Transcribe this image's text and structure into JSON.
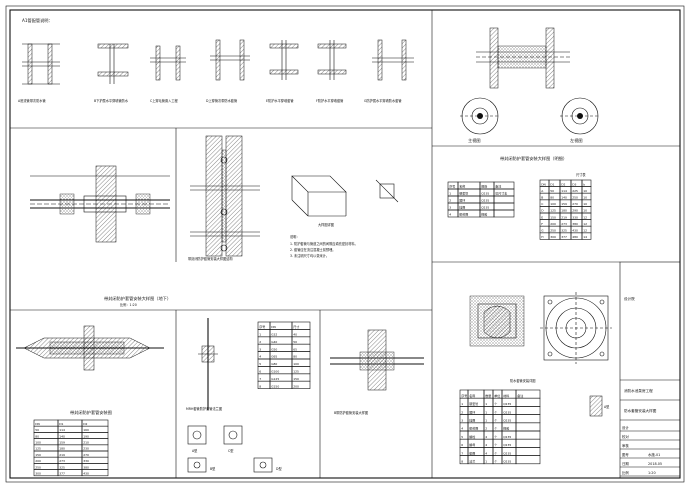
{
  "drawing": {
    "part_a": {
      "heading": "A1管配管说明：",
      "sub_views": [
        {
          "label": "A底流管带次防水管"
        },
        {
          "label": "B下护属水平穿墙管防水"
        },
        {
          "label": "C上穿毛管置入工程"
        },
        {
          "label": "D上穿管次带防水套管"
        },
        {
          "label": "E防护水平穿墙套管"
        },
        {
          "label": "F防护水平穿墙套管"
        },
        {
          "label": "G防护属水平穿墙防水套管"
        }
      ]
    },
    "front_view": {
      "title": "主视图"
    },
    "side_view": {
      "title": "左视图"
    },
    "sleeve_section": {
      "title": "带封闭防护套管安装大样图（地下）",
      "scale": "比例：1:20"
    },
    "detail_c": {
      "title": "大样图详图"
    },
    "pipe_table": {
      "title": "带封闭防护套管安装大样图（明细）",
      "headers": [
        "序号",
        "名称",
        "规格",
        "备注"
      ],
      "rows": [
        [
          "1",
          "钢套管",
          "Q235",
          "见尺寸表"
        ],
        [
          "2",
          "翼环",
          "Q235",
          ""
        ],
        [
          "3",
          "挡圈",
          "Q235",
          ""
        ],
        [
          "4",
          "密封圈",
          "橡胶",
          ""
        ]
      ]
    },
    "size_table": {
      "title": "尺寸表",
      "headers": [
        "DN",
        "D1",
        "D2",
        "D3",
        "b"
      ],
      "rows": [
        [
          "A",
          "50",
          "114",
          "225",
          "10"
        ],
        [
          "B",
          "80",
          "140",
          "250",
          "10"
        ],
        [
          "C",
          "100",
          "159",
          "270",
          "10"
        ],
        [
          "D",
          "125",
          "180",
          "290",
          "10"
        ],
        [
          "E",
          "150",
          "219",
          "330",
          "12"
        ],
        [
          "F",
          "200",
          "273",
          "380",
          "12"
        ],
        [
          "G",
          "250",
          "325",
          "430",
          "12"
        ],
        [
          "H",
          "300",
          "377",
          "480",
          "14"
        ]
      ]
    },
    "wall_section": {
      "title": "带封闭防护套管安装大样图结构"
    },
    "notes": {
      "title": "说明：",
      "lines": [
        "1. 防护套管与管道之间的间隙应填充密封材料。",
        "2. 套管应在浇注混凝土前预埋。",
        "3. 未注明尺寸均以毫米计。"
      ]
    },
    "bottom_left": {
      "title": "带封闭防护套管安装图",
      "table_headers": [
        "DN",
        "D1",
        "D2"
      ],
      "table_rows": [
        [
          "50",
          "114",
          "160"
        ],
        [
          "80",
          "140",
          "190"
        ],
        [
          "100",
          "159",
          "210"
        ],
        [
          "125",
          "180",
          "230"
        ],
        [
          "150",
          "219",
          "270"
        ],
        [
          "200",
          "273",
          "330"
        ],
        [
          "250",
          "325",
          "380"
        ],
        [
          "300",
          "377",
          "430"
        ]
      ]
    },
    "bottom_mid": {
      "title": "MRH套管防护套管法兰图",
      "table_headers": [
        "序号",
        "DN",
        "尺寸"
      ],
      "table_rows": [
        [
          "1",
          "G32",
          "40"
        ],
        [
          "2",
          "G40",
          "50"
        ],
        [
          "3",
          "G50",
          "65"
        ],
        [
          "4",
          "G65",
          "80"
        ],
        [
          "5",
          "G80",
          "100"
        ],
        [
          "6",
          "G100",
          "125"
        ],
        [
          "7",
          "G125",
          "150"
        ],
        [
          "8",
          "G150",
          "200"
        ]
      ],
      "labels": [
        "A型",
        "C型",
        "B型",
        "D型"
      ]
    },
    "bottom_right": {
      "title": "B带防护套管安装大样图",
      "sub_title": "防水套管安装详图",
      "table_headers": [
        "序号",
        "名称",
        "数量",
        "单位",
        "材料",
        "备注"
      ],
      "table_rows": [
        [
          "1",
          "钢套管",
          "1",
          "个",
          "Q235",
          ""
        ],
        [
          "2",
          "翼环",
          "1",
          "个",
          "Q235",
          ""
        ],
        [
          "3",
          "挡圈",
          "1",
          "个",
          "Q235",
          ""
        ],
        [
          "4",
          "密封圈",
          "2",
          "个",
          "橡胶",
          ""
        ],
        [
          "5",
          "螺栓",
          "4",
          "个",
          "Q235",
          ""
        ],
        [
          "6",
          "螺母",
          "4",
          "个",
          "Q235",
          ""
        ],
        [
          "7",
          "垫圈",
          "4",
          "个",
          "Q235",
          ""
        ],
        [
          "8",
          "法兰",
          "1",
          "个",
          "Q235",
          ""
        ]
      ],
      "small_label": "A型"
    },
    "title_block": {
      "project": "消防水池泵房工程",
      "drawing_name": "防水套管安装大样图",
      "fields": [
        {
          "k": "设计",
          "v": ""
        },
        {
          "k": "校对",
          "v": ""
        },
        {
          "k": "审核",
          "v": ""
        },
        {
          "k": "图号",
          "v": "水施-01"
        },
        {
          "k": "日期",
          "v": "2018.05"
        },
        {
          "k": "比例",
          "v": "1:20"
        }
      ],
      "company": "设计院"
    }
  }
}
